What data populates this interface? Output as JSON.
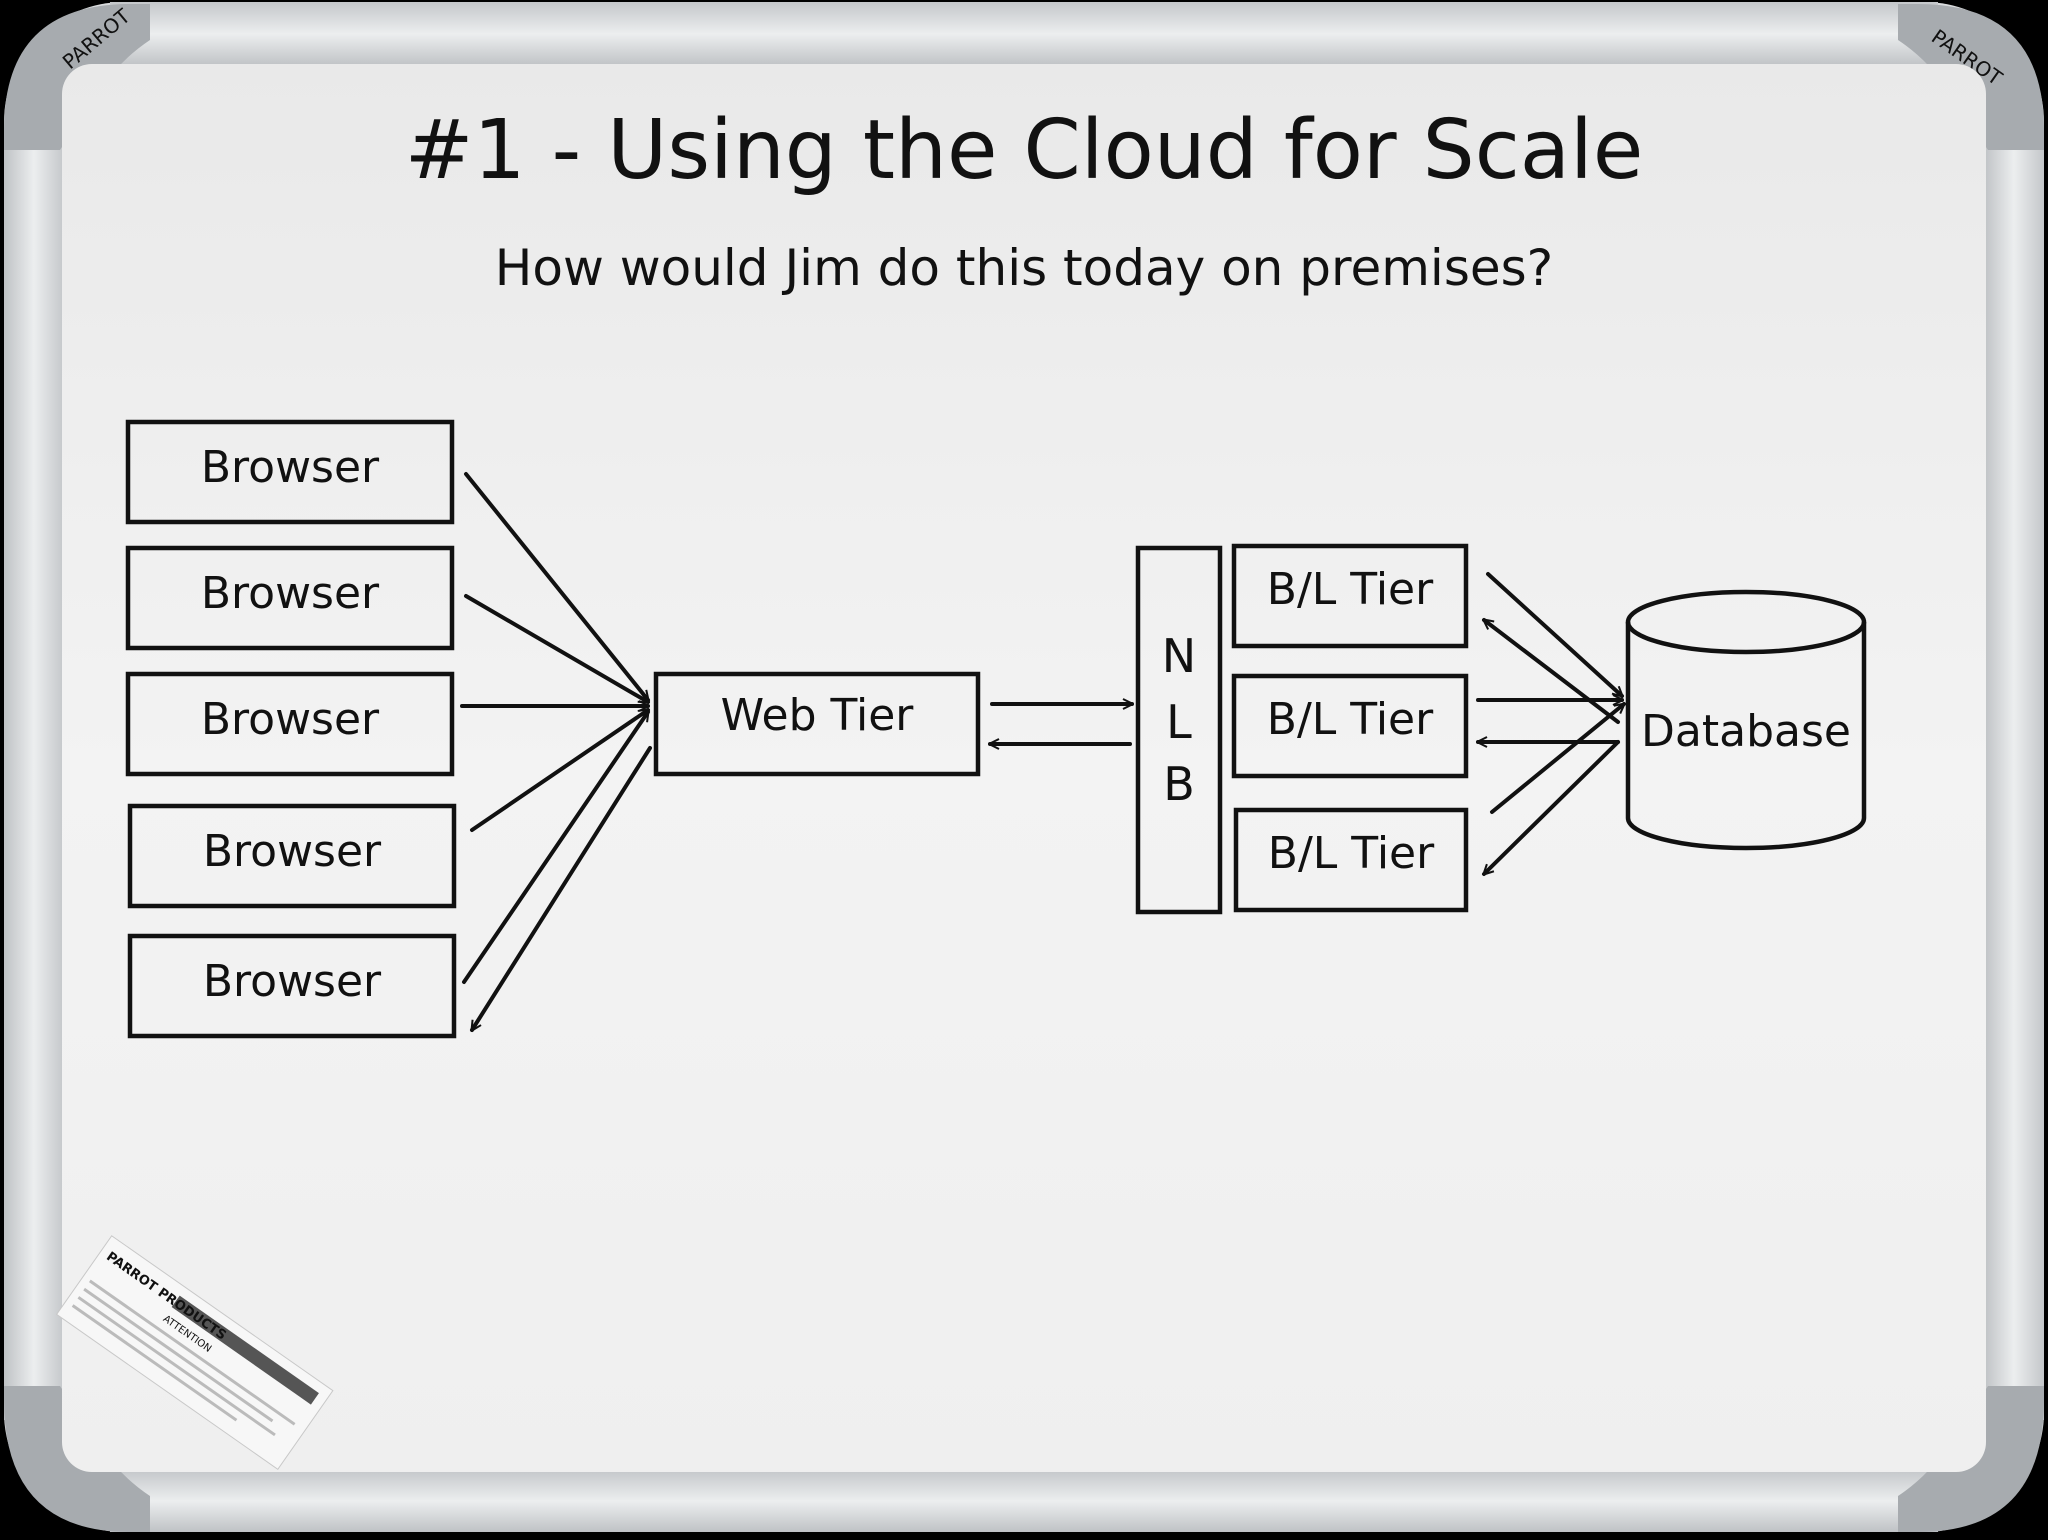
{
  "title": "#1  - Using the Cloud for Scale",
  "subtitle": "How would Jim do this today on premises?",
  "diagram": {
    "browsers": [
      "Browser",
      "Browser",
      "Browser",
      "Browser",
      "Browser"
    ],
    "web_tier": "Web Tier",
    "nlb_letters": [
      "N",
      "L",
      "B"
    ],
    "bl_tiers": [
      "B/L Tier",
      "B/L Tier",
      "B/L Tier"
    ],
    "database": "Database"
  },
  "frame": {
    "brand": "PARROT",
    "sticker_brand": "PARROT PRODUCTS",
    "sticker_notice": "ATTENTION"
  },
  "colors": {
    "board": "#efefef",
    "ink": "#111111",
    "frame_aluminium": "#d6d8da",
    "corner_cap": "#a9adb1"
  }
}
